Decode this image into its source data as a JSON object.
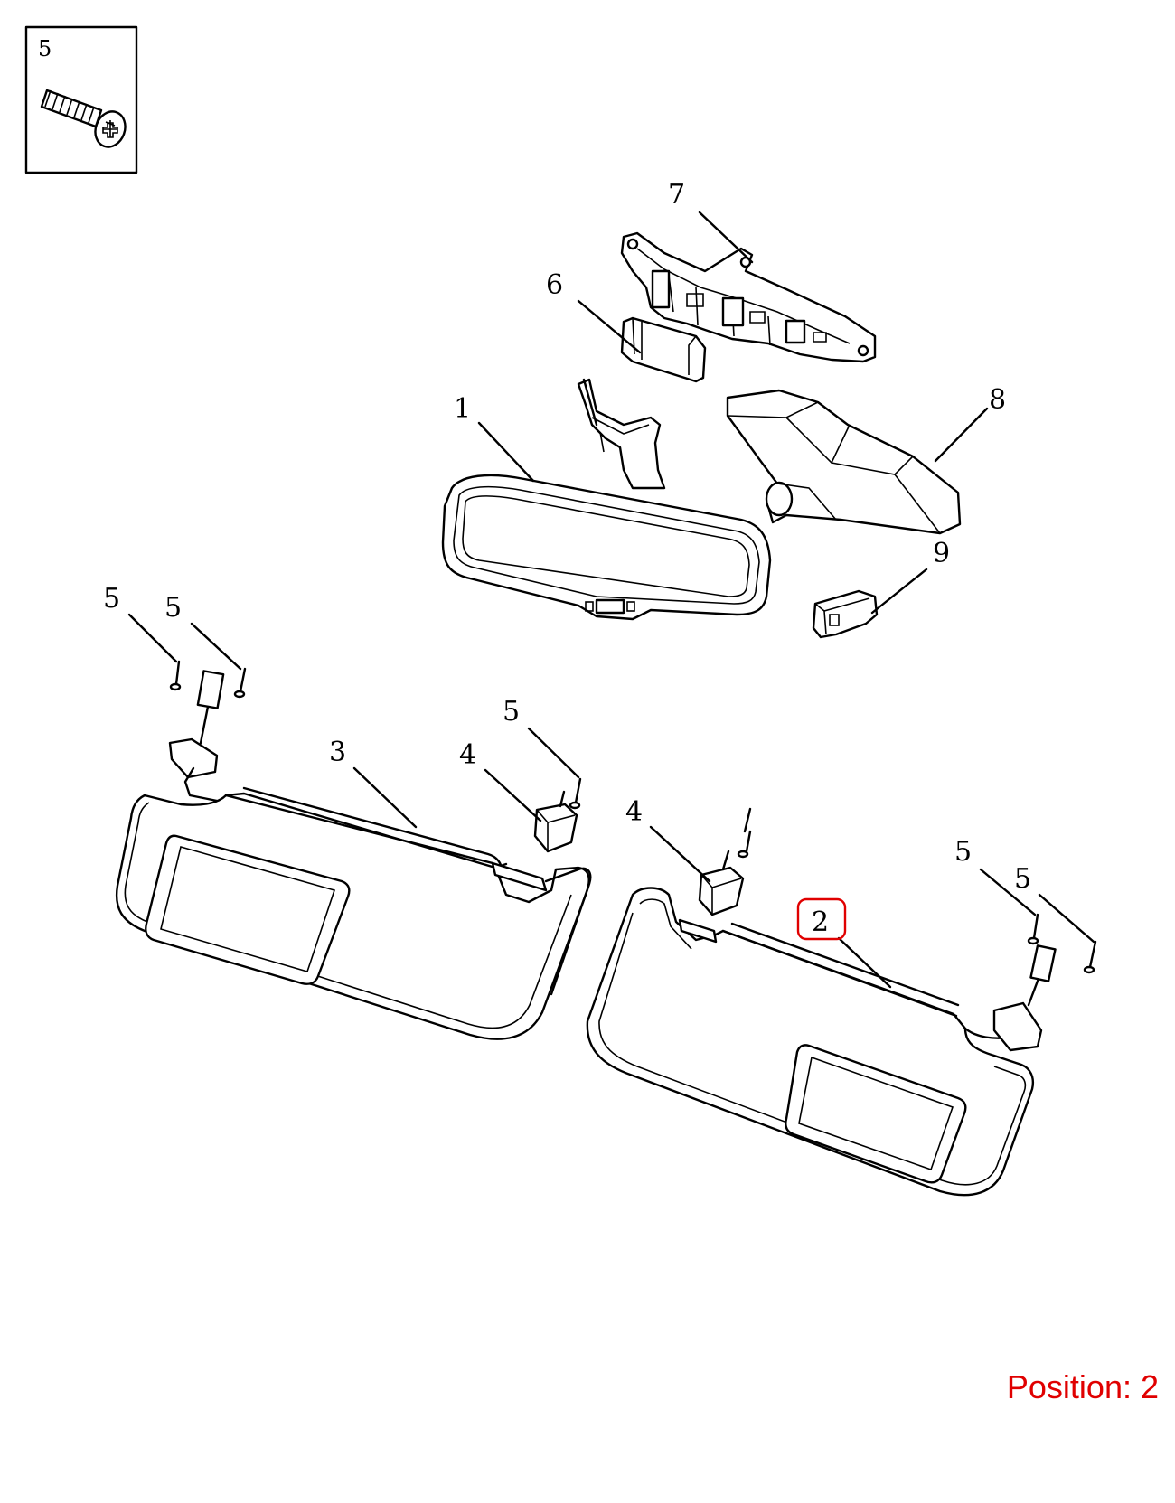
{
  "inset": {
    "label": "5"
  },
  "callouts": {
    "c1": "1",
    "c2": "2",
    "c3": "3",
    "c4a": "4",
    "c4b": "4",
    "c5a": "5",
    "c5b": "5",
    "c5c": "5",
    "c5d": "5",
    "c5e": "5",
    "c6": "6",
    "c7": "7",
    "c8": "8",
    "c9": "9"
  },
  "highlighted_callout": "2",
  "position": {
    "prefix": "Position: ",
    "value": "2"
  },
  "colors": {
    "line": "#000000",
    "highlight": "#e00000",
    "background": "#ffffff"
  },
  "icons": {
    "screw": "cross-head-screw-icon"
  }
}
